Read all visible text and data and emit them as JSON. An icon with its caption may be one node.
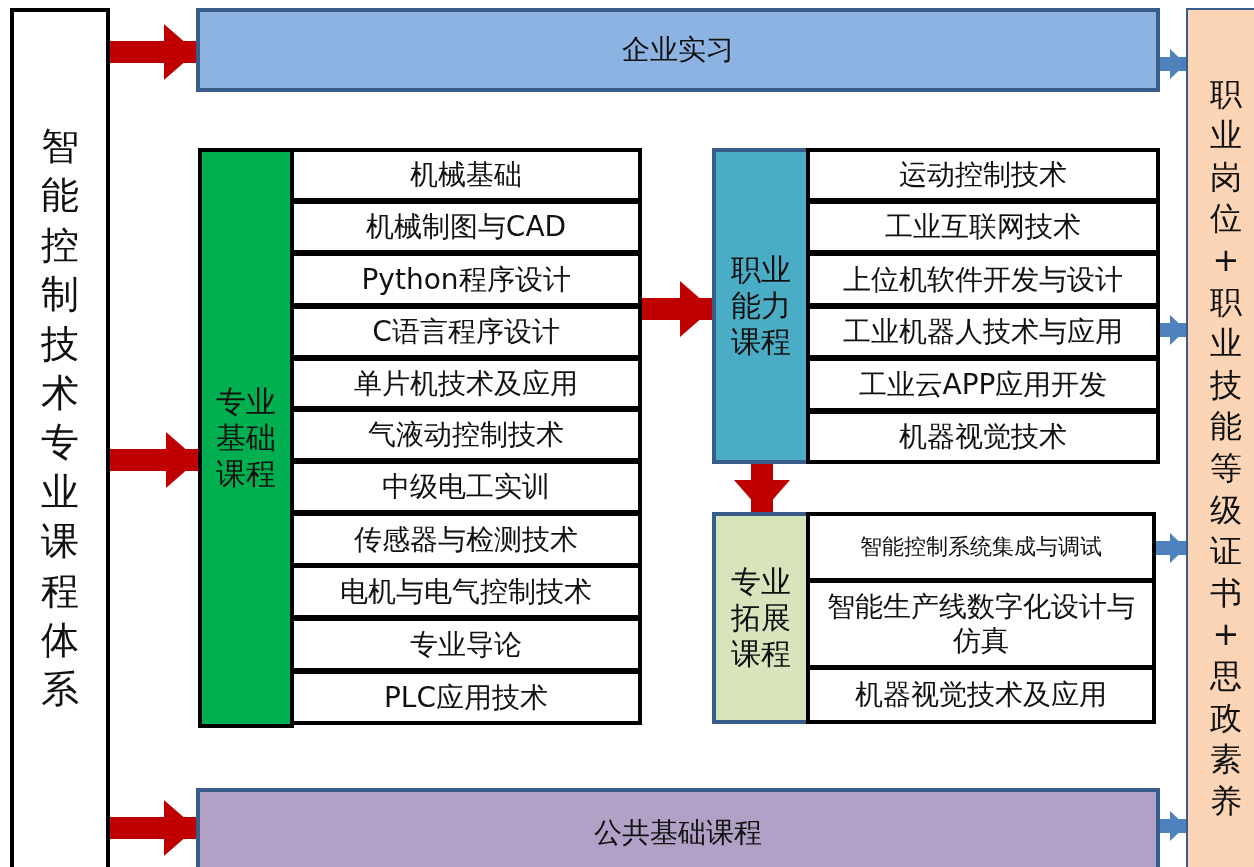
{
  "diagram": {
    "nodes": [
      {
        "text": [
          "智能控制技术专业课程体系"
        ]
      },
      {
        "text": [
          "企业实习"
        ]
      },
      {
        "text": [
          "专业基础课程"
        ]
      },
      {
        "text": [
          "机械基础"
        ]
      },
      {
        "text": [
          "机械制图与CAD"
        ]
      },
      {
        "text": [
          "Python程序设计"
        ]
      },
      {
        "text": [
          "C语言程序设计"
        ]
      },
      {
        "text": [
          "单片机技术及应用"
        ]
      },
      {
        "text": [
          "气液动控制技术"
        ]
      },
      {
        "text": [
          "中级电工实训"
        ]
      },
      {
        "text": [
          "传感器与检测技术"
        ]
      },
      {
        "text": [
          "电机与电气控制技术"
        ]
      },
      {
        "text": [
          "专业导论"
        ]
      },
      {
        "text": [
          "PLC应用技术"
        ]
      },
      {
        "text": [
          "职业能力课程"
        ]
      },
      {
        "text": [
          "运动控制技术"
        ]
      },
      {
        "text": [
          "工业互联网技术"
        ]
      },
      {
        "text": [
          "上位机软件开发与设计"
        ]
      },
      {
        "text": [
          "工业机器人技术与应用"
        ]
      },
      {
        "text": [
          "工业云APP应用开发"
        ]
      },
      {
        "text": [
          "机器视觉技术"
        ]
      },
      {
        "text": [
          "专业拓展课程"
        ]
      },
      {
        "text": [
          "智能控制系统集成与调试"
        ]
      },
      {
        "text": [
          "智能生产线数字化设计与仿真"
        ]
      },
      {
        "text": [
          "机器视觉技术及应用"
        ]
      },
      {
        "text": [
          "公共基础课程"
        ]
      },
      {
        "text": [
          "职业岗位+职业技能等级证书+思政素养"
        ]
      }
    ],
    "edges": [
      {
        "from": 0,
        "to": 1,
        "arrow": "to",
        "color": "#c00000"
      },
      {
        "from": 0,
        "to": 2,
        "arrow": "to",
        "color": "#c00000"
      },
      {
        "from": 0,
        "to": 25,
        "arrow": "to",
        "color": "#c00000"
      },
      {
        "from": 5,
        "to": 14,
        "arrow": "to",
        "color": "#c00000"
      },
      {
        "from": 14,
        "to": 21,
        "arrow": "to",
        "color": "#c00000"
      },
      {
        "from": 1,
        "to": 26,
        "arrow": "to",
        "color": "#4f81bd"
      },
      {
        "from": 18,
        "to": 26,
        "arrow": "to",
        "color": "#4f81bd"
      },
      {
        "from": 22,
        "to": 26,
        "arrow": "to",
        "color": "#4f81bd"
      },
      {
        "from": 25,
        "to": 26,
        "arrow": "to",
        "color": "#4f81bd"
      }
    ]
  }
}
